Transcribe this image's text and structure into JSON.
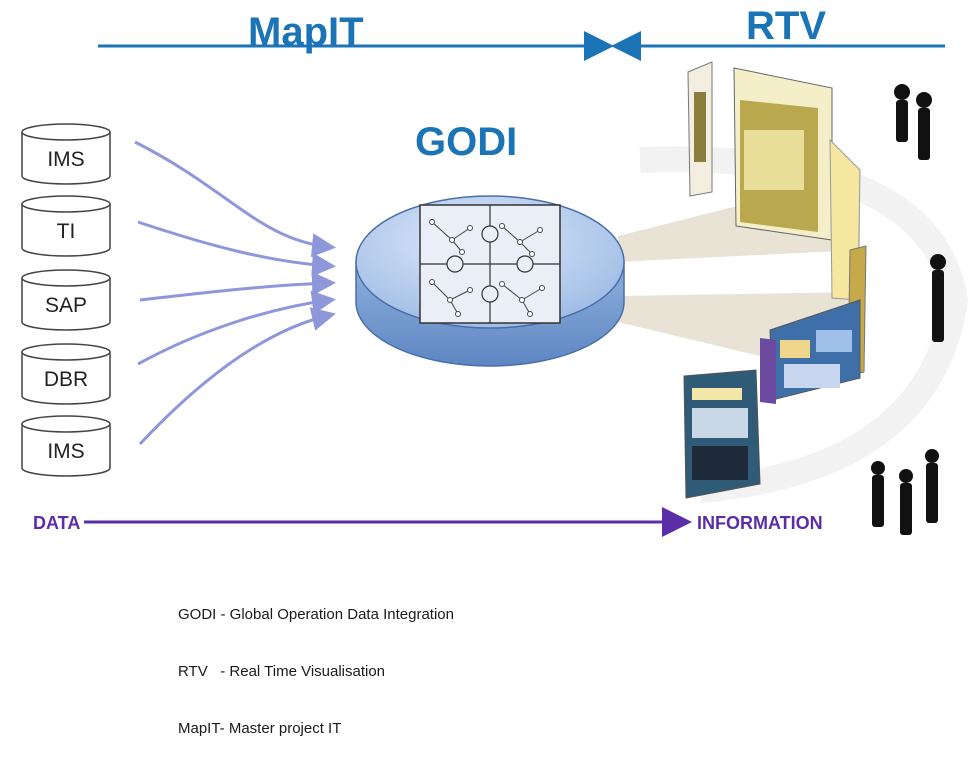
{
  "header": {
    "left_title": "MapIT",
    "right_title": "RTV"
  },
  "hub": {
    "title": "GODI"
  },
  "sources": [
    {
      "label": "IMS"
    },
    {
      "label": "TI"
    },
    {
      "label": "SAP"
    },
    {
      "label": "DBR"
    },
    {
      "label": "IMS"
    }
  ],
  "flow": {
    "start_label": "DATA",
    "end_label": "INFORMATION"
  },
  "legend": [
    "GODI - Global Operation Data Integration",
    "RTV   - Real Time Visualisation",
    "MapIT- Master project IT"
  ],
  "colors": {
    "title_blue": "#1b74b6",
    "flow_purple": "#5b2da6",
    "arrow_lavender": "#8e97d9",
    "hub_fill": "#a9c4e6"
  }
}
